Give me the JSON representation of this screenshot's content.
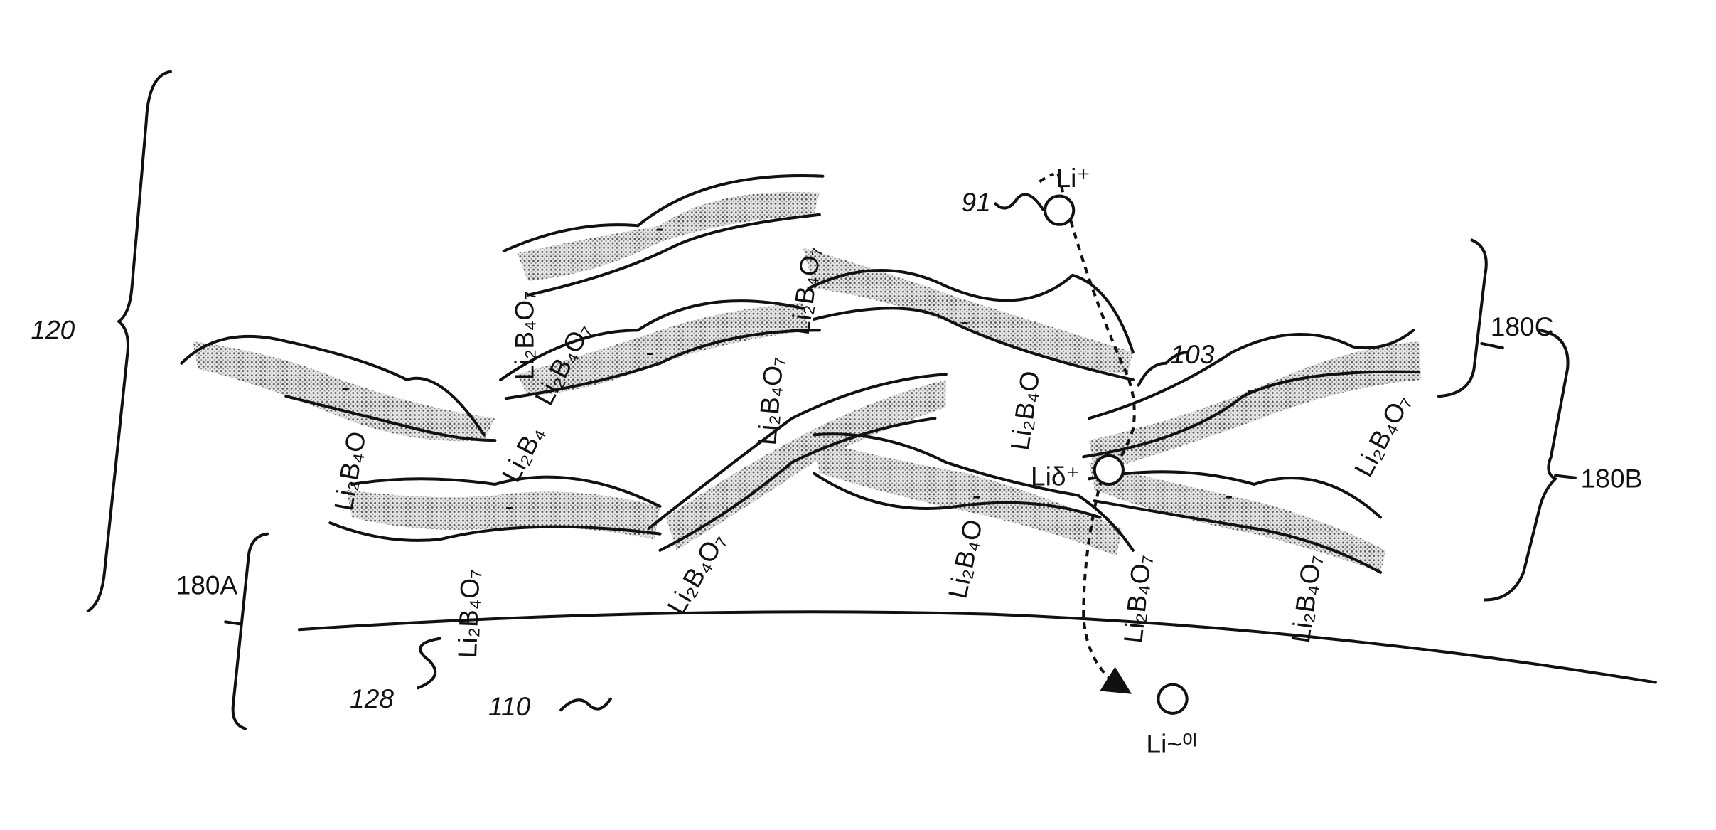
{
  "figure": {
    "refs": {
      "layer_120": "120",
      "particle_91": "91",
      "path_103": "103",
      "layer_180A": "180A",
      "layer_180B": "180B",
      "layer_180C": "180C",
      "ref_128": "128",
      "substrate_110": "110"
    },
    "ions": {
      "li_plus": "Li⁺",
      "li_delta": "Liδ⁺",
      "li_zero": "Li~⁰ˡ"
    },
    "minus_sign": "-",
    "formula_labels": [
      "Li₂B₄O₇",
      "Li₂B₄O₇",
      "Li₂B₄O₇",
      "Li₂B₄O",
      "Li₂B₄",
      "Li₂B₄O₇",
      "Li₂B₄O",
      "Li₂B₄O",
      "Li₂B₄O₇",
      "Li₂B₄O₇",
      "Li₂B₄O₇",
      "Li₂B₄O₇",
      "Li₂B₄O₇"
    ]
  }
}
